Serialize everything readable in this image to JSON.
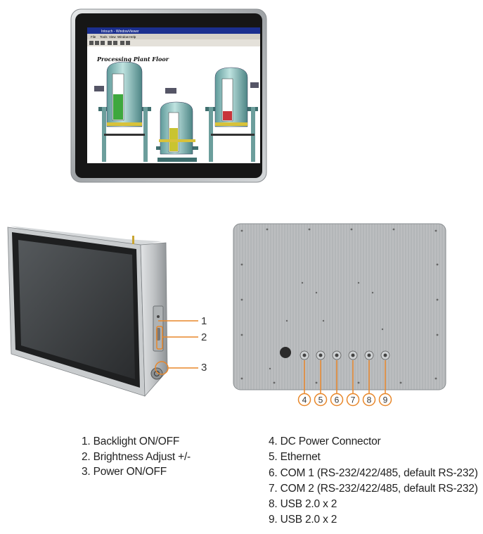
{
  "front_panel": {
    "screen_title": "Processing Plant Floor",
    "menu_items": [
      "File",
      "Tools",
      "View",
      "Window",
      "Help"
    ],
    "window_title": "Intouch - WindowViewer"
  },
  "callouts_side": [
    "1",
    "2",
    "3"
  ],
  "callouts_rear": [
    "4",
    "5",
    "6",
    "7",
    "8",
    "9"
  ],
  "legend_left": [
    "1. Backlight ON/OFF",
    "2. Brightness Adjust +/-",
    "3. Power ON/OFF"
  ],
  "legend_right": [
    "4. DC Power Connector",
    "5. Ethernet",
    "6. COM 1 (RS-232/422/485, default RS-232)",
    "7. COM 2 (RS-232/422/485, default RS-232)",
    "8. USB 2.0 x 2",
    "9. USB 2.0 x 2"
  ],
  "colors": {
    "callout_orange": "#e8872a",
    "bezel": "#1a1a1a",
    "stainless": "#b9bcbf"
  }
}
